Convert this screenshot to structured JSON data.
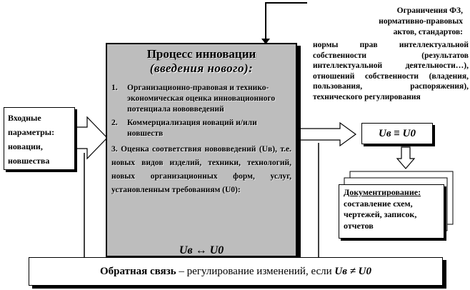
{
  "process": {
    "title": "Процесс инновации",
    "subtitle": "(введения нового):",
    "step1_num": "1.",
    "step1_text": "Организационно-правовая и технико-экономическая оценка инновационного потенциала нововведений",
    "step2_num": "2.",
    "step2_text": "Коммерциализация новаций и/или новшеств",
    "step3_num": "3.",
    "step3_text": "Оценка соответствия нововведений (Uв), т.е. новых видов изделий, техники, технологий, новых организационных форм, услуг, установленным требованиям (U0):",
    "formula": "Uв ↔ U0"
  },
  "input": {
    "line1": "Входные",
    "line2": "параметры:",
    "line3": "новации,",
    "line4": "новшества"
  },
  "constraints": {
    "title_line1": "Ограничения ФЗ,",
    "title_line2": "нормативно-правовых",
    "title_line3": "актов, стандартов:",
    "body": "нормы прав интеллектуальной собственности (результатов интеллектуальной деятельности…), отношений собственности (владения, пользования, распоряжения), технического регулирования"
  },
  "comparison": {
    "formula": "Uв ≡ U0"
  },
  "documentation": {
    "title": "Документирование:",
    "line1": "составление схем,",
    "line2": "чертежей, записок,",
    "line3": "отчетов"
  },
  "feedback": {
    "label": "Обратная связь",
    "text": " – регулирование изменений, если ",
    "formula": "Uв ≠ U0"
  }
}
